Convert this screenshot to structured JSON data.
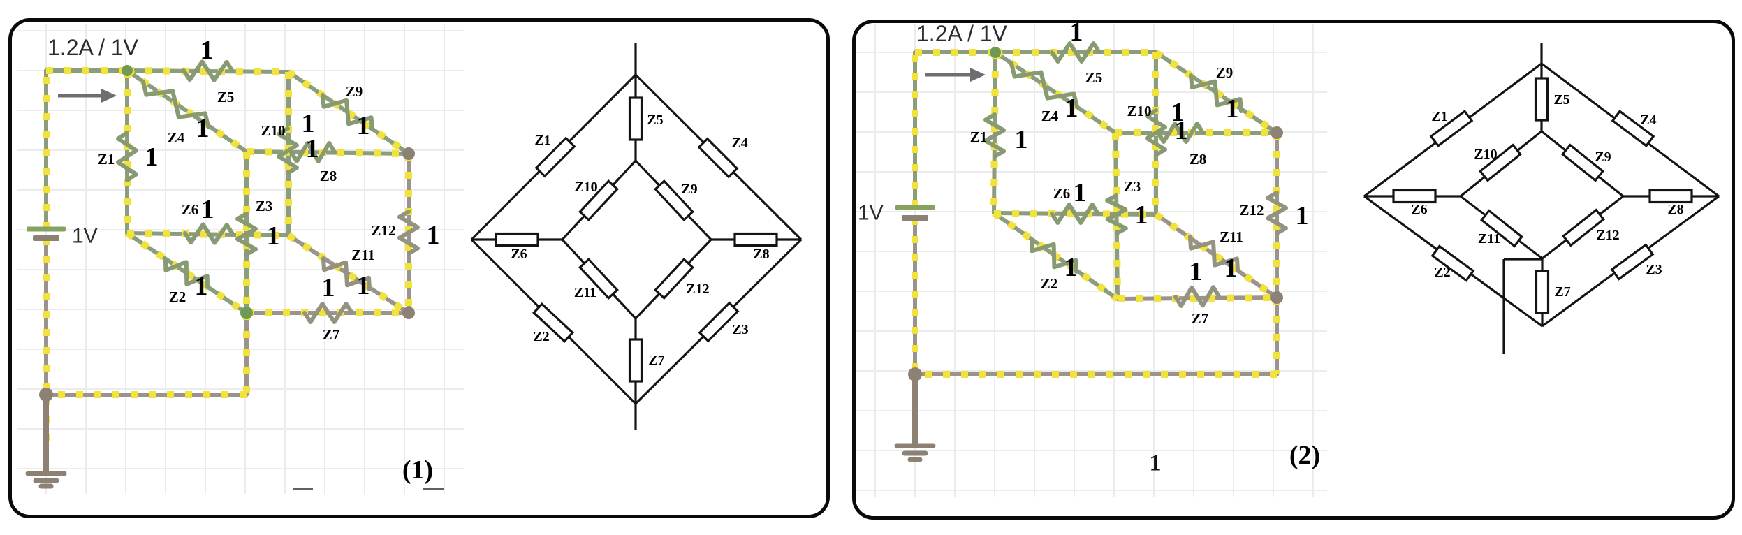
{
  "figure": {
    "panel1_caption": "(1)",
    "panel2_caption": "(2)",
    "source_annotation": "1.2A / 1V",
    "battery_label": "1V",
    "unit_value": "1",
    "stray_value": "1"
  },
  "impedances": [
    {
      "name": "Z1",
      "value": "1"
    },
    {
      "name": "Z2",
      "value": "1"
    },
    {
      "name": "Z3",
      "value": "1"
    },
    {
      "name": "Z4",
      "value": "1"
    },
    {
      "name": "Z5",
      "value": "1"
    },
    {
      "name": "Z6",
      "value": "1"
    },
    {
      "name": "Z7",
      "value": "1"
    },
    {
      "name": "Z8",
      "value": "1"
    },
    {
      "name": "Z9",
      "value": "1"
    },
    {
      "name": "Z10",
      "value": "1"
    },
    {
      "name": "Z11",
      "value": "1"
    },
    {
      "name": "Z12",
      "value": "1"
    }
  ],
  "colors": {
    "wire_green": "#8C9D7B",
    "wire_gray": "#9A948C",
    "highlight_yellow": "#F2E23C",
    "resistor_green": "#879A72",
    "resistor_gray": "#93937F",
    "node_green": "#6F9A55",
    "node_gray": "#8D8174",
    "schematic_black": "#141414",
    "grid_gray": "#ECECEC",
    "text_dark": "#2B2B2B",
    "arrow_gray": "#6E6E6E"
  }
}
